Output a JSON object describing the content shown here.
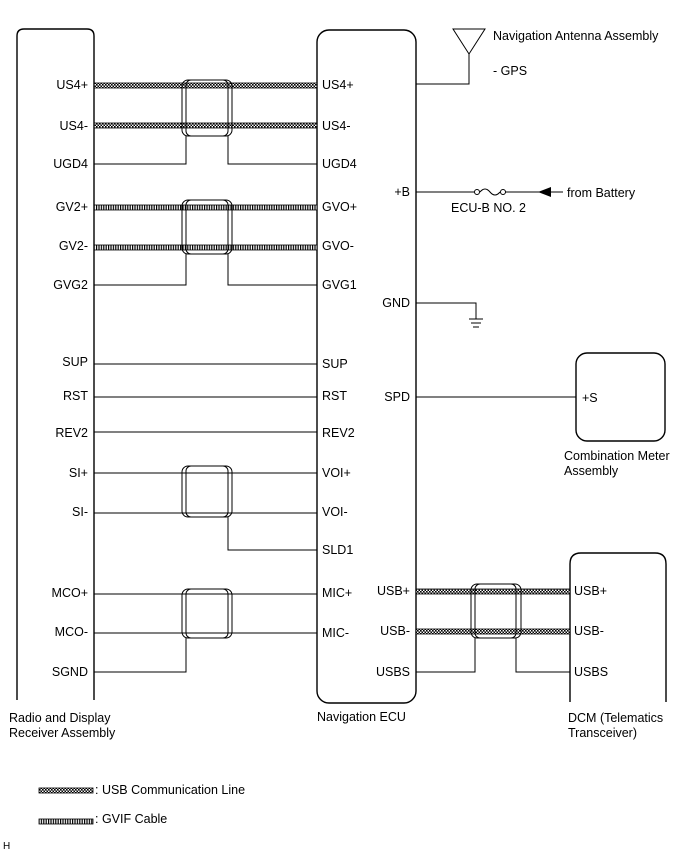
{
  "components": {
    "radio": "Radio and Display\nReceiver Assembly",
    "nav_ecu": "Navigation ECU",
    "antenna": "Navigation Antenna Assembly",
    "antenna_sub": "- GPS",
    "combo_meter": "Combination Meter\nAssembly",
    "dcm": "DCM (Telematics\nTransceiver)"
  },
  "radio_pins": [
    "US4+",
    "US4-",
    "UGD4",
    "GV2+",
    "GV2-",
    "GVG2",
    "SUP",
    "RST",
    "REV2",
    "SI+",
    "SI-",
    "MCO+",
    "MCO-",
    "SGND"
  ],
  "nav_left_pins": [
    "US4+",
    "US4-",
    "UGD4",
    "GVO+",
    "GVO-",
    "GVG1",
    "SUP",
    "RST",
    "REV2",
    "VOI+",
    "VOI-",
    "SLD1",
    "MIC+",
    "MIC-"
  ],
  "nav_right_pins": [
    "+B",
    "GND",
    "SPD",
    "USB+",
    "USB-",
    "USBS"
  ],
  "dcm_pins": [
    "USB+",
    "USB-",
    "USBS"
  ],
  "meter_pin": "+S",
  "fuse_label": "ECU-B NO. 2",
  "battery_label": "from Battery",
  "legend": {
    "usb": ": USB Communication Line",
    "gvif": ": GVIF Cable"
  },
  "footer_code": "H"
}
